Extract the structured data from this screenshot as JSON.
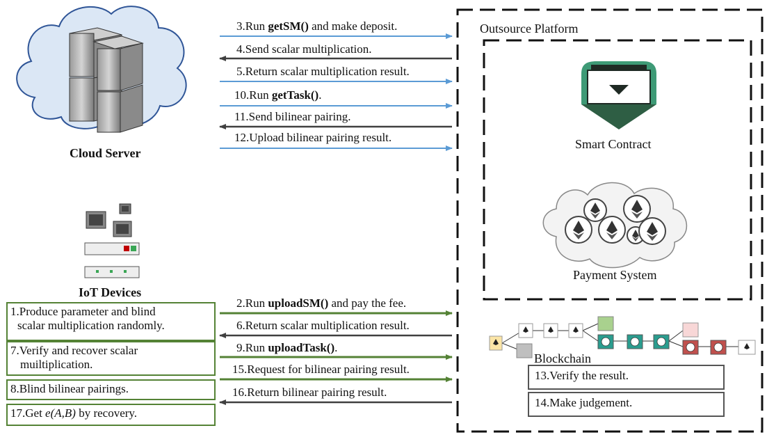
{
  "cloud_server": {
    "label": "Cloud Server"
  },
  "iot_devices": {
    "label": "IoT Devices"
  },
  "platform": {
    "title": "Outsource Platform",
    "smart_contract": "Smart Contract",
    "payment_system": "Payment System",
    "blockchain": "Blockchain"
  },
  "cloud_messages": [
    {
      "pre": "3.Run ",
      "bold": "getSM()",
      "post": " and make deposit.",
      "direction": "to-platform",
      "color": "#5b9bd5"
    },
    {
      "pre": "4.Send scalar multiplication.",
      "bold": "",
      "post": "",
      "direction": "to-cloud",
      "color": "#404040"
    },
    {
      "pre": "5.Return scalar multiplication result.",
      "bold": "",
      "post": "",
      "direction": "to-platform",
      "color": "#5b9bd5"
    },
    {
      "pre": "10.Run ",
      "bold": "getTask()",
      "post": ".",
      "direction": "to-platform",
      "color": "#5b9bd5"
    },
    {
      "pre": "11.Send bilinear pairing.",
      "bold": "",
      "post": "",
      "direction": "to-cloud",
      "color": "#404040"
    },
    {
      "pre": "12.Upload bilinear pairing result.",
      "bold": "",
      "post": "",
      "direction": "to-platform",
      "color": "#5b9bd5"
    }
  ],
  "iot_messages": [
    {
      "pre": "2.Run ",
      "bold": "uploadSM()",
      "post": " and pay the fee.",
      "direction": "to-platform",
      "color": "#548235"
    },
    {
      "pre": "6.Return scalar multiplication result.",
      "bold": "",
      "post": "",
      "direction": "to-iot",
      "color": "#404040"
    },
    {
      "pre": "9.Run ",
      "bold": "uploadTask()",
      "post": ".",
      "direction": "to-platform",
      "color": "#548235"
    },
    {
      "pre": "15.Request for bilinear pairing result.",
      "bold": "",
      "post": "",
      "direction": "to-platform",
      "color": "#548235"
    },
    {
      "pre": "16.Return bilinear pairing result.",
      "bold": "",
      "post": "",
      "direction": "to-iot",
      "color": "#404040"
    }
  ],
  "iot_steps": {
    "step1_line1": "1.Produce parameter and blind",
    "step1_line2": "scalar multiplication randomly.",
    "step7_line1": "7.Verify and recover scalar",
    "step7_line2": "muiltiplication.",
    "step8": "8.Blind bilinear pairings.",
    "step17_pre": "17.Get ",
    "step17_em": "e(A,B)",
    "step17_post": " by recovery."
  },
  "platform_steps": {
    "step13": "13.Verify the result.",
    "step14": "14.Make judgement."
  },
  "colors": {
    "cloud_arrow": "#5b9bd5",
    "iot_arrow": "#548235",
    "return_arrow": "#404040",
    "contract_green": "#3e9a76",
    "contract_dark": "#2e5e44"
  }
}
